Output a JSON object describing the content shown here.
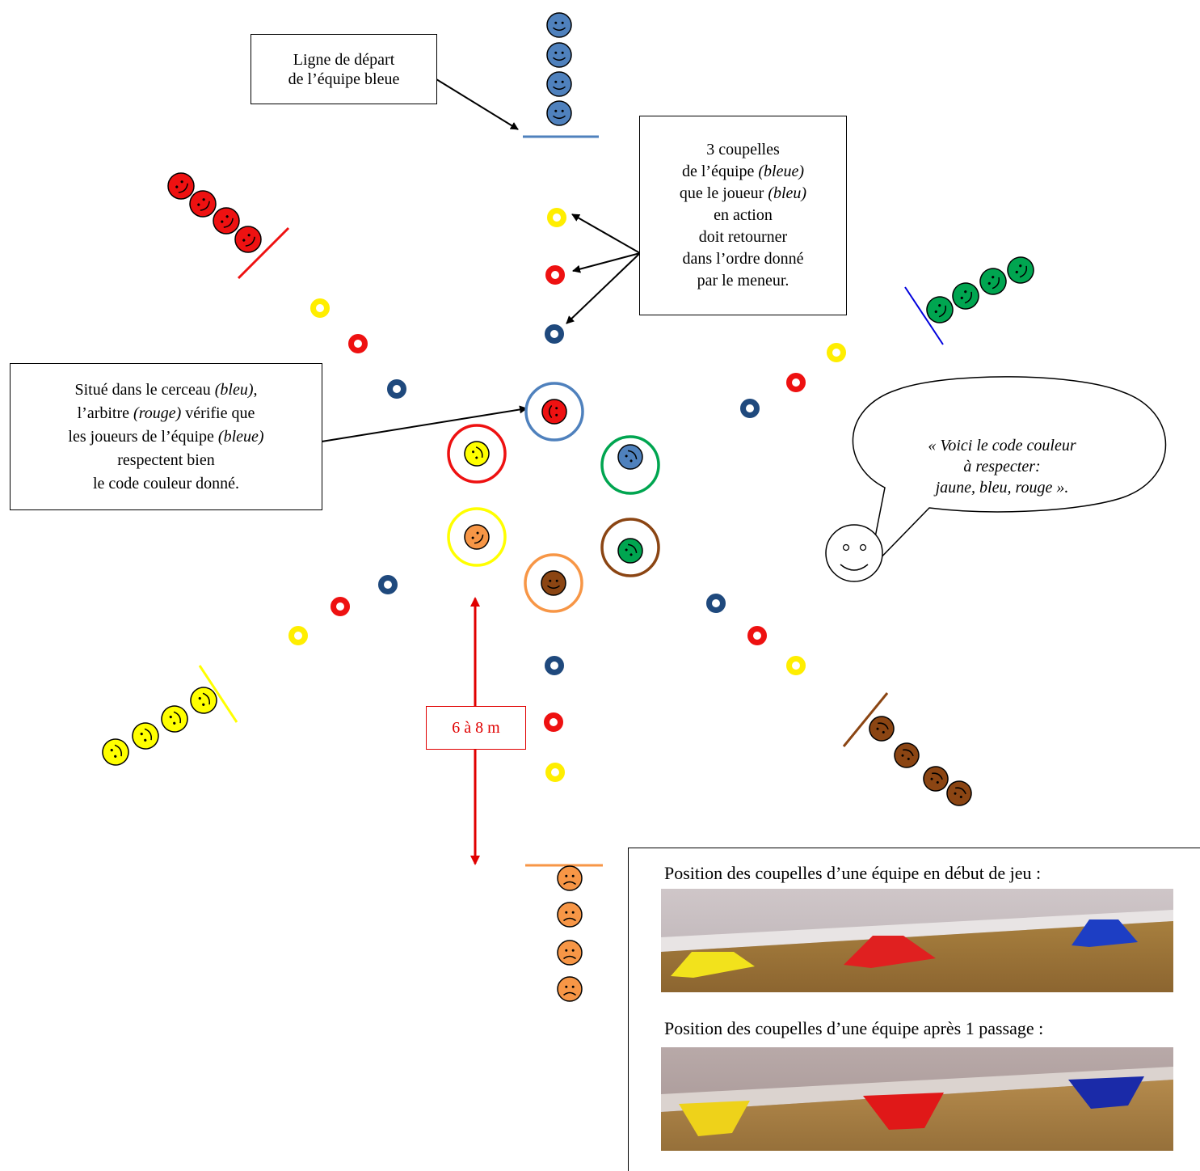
{
  "callouts": {
    "start_line": [
      "Ligne de départ",
      "de l’équipe bleue"
    ],
    "cones_box": {
      "l1": "3 coupelles",
      "l2a": "de l’équipe ",
      "l2b": "(bleue)",
      "l3a": "que le joueur ",
      "l3b": "(bleu)",
      "l4": "en action",
      "l5": "doit retourner",
      "l6": "dans l’ordre donné",
      "l7": "par le meneur."
    },
    "referee_box": {
      "l1a": "Situé dans le cerceau ",
      "l1b": "(bleu)",
      "l1c": ",",
      "l2a": "l’arbitre ",
      "l2b": "(rouge)",
      "l2c": " vérifie que",
      "l3a": "les joueurs de l’équipe ",
      "l3b": "(bleue)",
      "l4": "respectent bien",
      "l5": "le code couleur donné."
    }
  },
  "distance_label": "6 à 8 m",
  "speech": [
    "« Voici le code couleur",
    "à respecter:",
    "jaune, bleu, rouge »."
  ],
  "photos": {
    "caption_start": "Position des coupelles d’une équipe en début de jeu :",
    "caption_after": "Position des coupelles d’une équipe après 1 passage :"
  },
  "colors": {
    "blue_team": "#4f81bd",
    "red_team": "#ee1111",
    "green_team": "#00a550",
    "yellow_team": "#ffff00",
    "brown_team": "#8b4513",
    "orange_team": "#f79646",
    "cone_yellow": "#ffee00",
    "cone_red": "#ee1111",
    "cone_blue": "#1f497d",
    "distance": "#e00000"
  },
  "icons": {
    "player": "smiley-face-icon",
    "cone": "cone-ring-icon",
    "hoop": "hoop-ring-icon",
    "leader": "leader-smiley-icon"
  }
}
